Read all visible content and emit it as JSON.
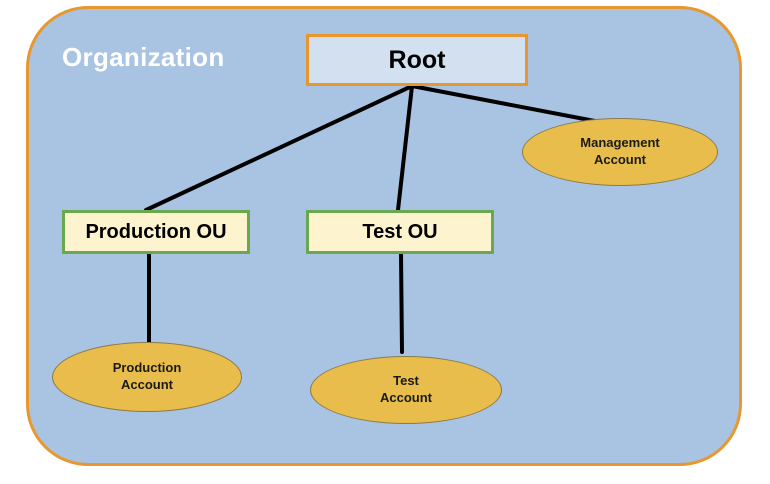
{
  "organization": {
    "label": "Organization"
  },
  "root": {
    "label": "Root"
  },
  "ous": [
    {
      "label": "Production OU"
    },
    {
      "label": "Test OU"
    }
  ],
  "accounts": {
    "management": "Management\nAccount",
    "production": "Production\nAccount",
    "test": "Test\nAccount"
  },
  "colors": {
    "panel_fill": "#a9c3e3",
    "panel_border": "#e8972f",
    "root_fill": "#d3e0f0",
    "ou_fill": "#fdf3cf",
    "ou_border": "#6aa84f",
    "account_fill": "#e9bd4b",
    "connector": "#000000"
  }
}
